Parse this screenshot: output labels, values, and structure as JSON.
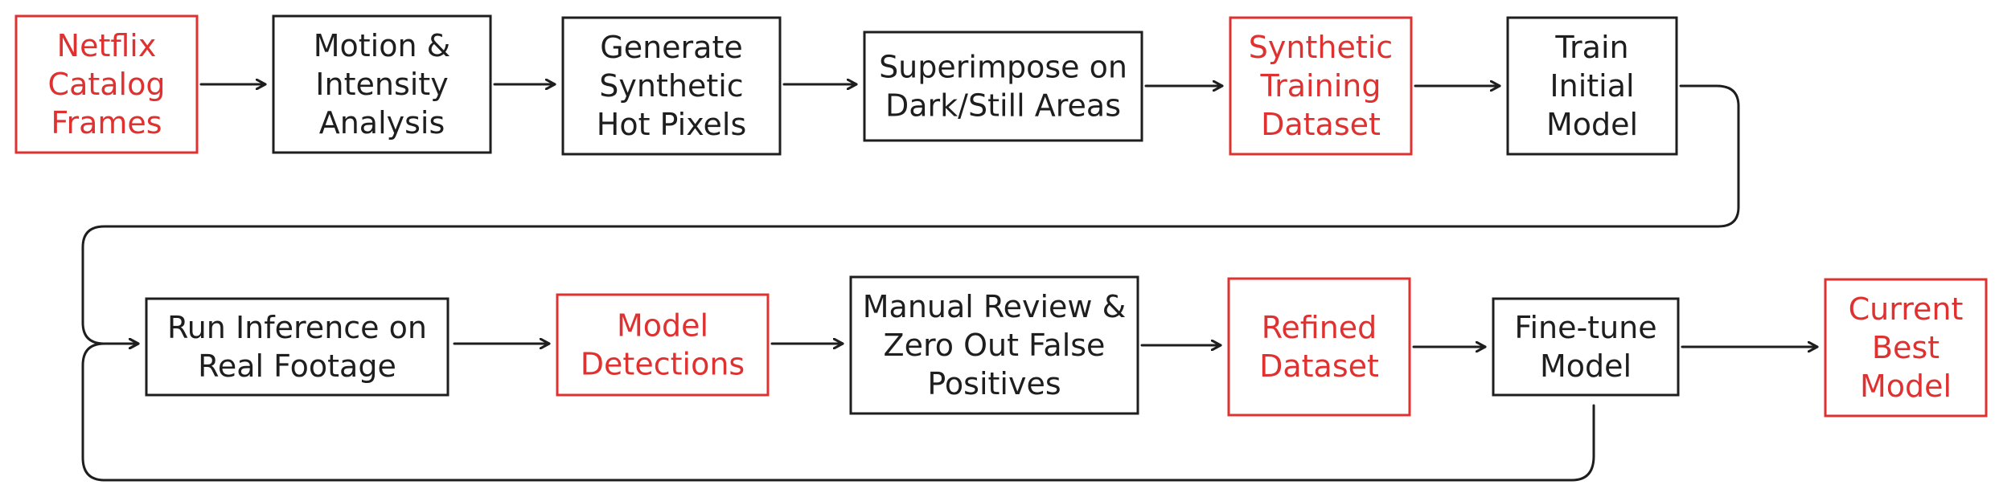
{
  "colors": {
    "accent": "#e03131",
    "normal": "#1e1e1e"
  },
  "nodes": [
    {
      "id": "netflix-catalog-frames",
      "lines": [
        "Netflix",
        "Catalog",
        "Frames"
      ],
      "accent": true
    },
    {
      "id": "motion-intensity-analysis",
      "lines": [
        "Motion &",
        "Intensity",
        "Analysis"
      ],
      "accent": false
    },
    {
      "id": "generate-synthetic-hot-pixels",
      "lines": [
        "Generate",
        "Synthetic",
        "Hot Pixels"
      ],
      "accent": false
    },
    {
      "id": "superimpose-dark-still-areas",
      "lines": [
        "Superimpose on",
        "Dark/Still Areas"
      ],
      "accent": false
    },
    {
      "id": "synthetic-training-dataset",
      "lines": [
        "Synthetic",
        "Training",
        "Dataset"
      ],
      "accent": true
    },
    {
      "id": "train-initial-model",
      "lines": [
        "Train",
        "Initial",
        "Model"
      ],
      "accent": false
    },
    {
      "id": "run-inference-real-footage",
      "lines": [
        "Run Inference on",
        "Real Footage"
      ],
      "accent": false
    },
    {
      "id": "model-detections",
      "lines": [
        "Model",
        "Detections"
      ],
      "accent": true
    },
    {
      "id": "manual-review-zero-out",
      "lines": [
        "Manual Review &",
        "Zero Out False",
        "Positives"
      ],
      "accent": false
    },
    {
      "id": "refined-dataset",
      "lines": [
        "Refined",
        "Dataset"
      ],
      "accent": true
    },
    {
      "id": "fine-tune-model",
      "lines": [
        "Fine-tune",
        "Model"
      ],
      "accent": false
    },
    {
      "id": "current-best-model",
      "lines": [
        "Current",
        "Best",
        "Model"
      ],
      "accent": true
    }
  ]
}
